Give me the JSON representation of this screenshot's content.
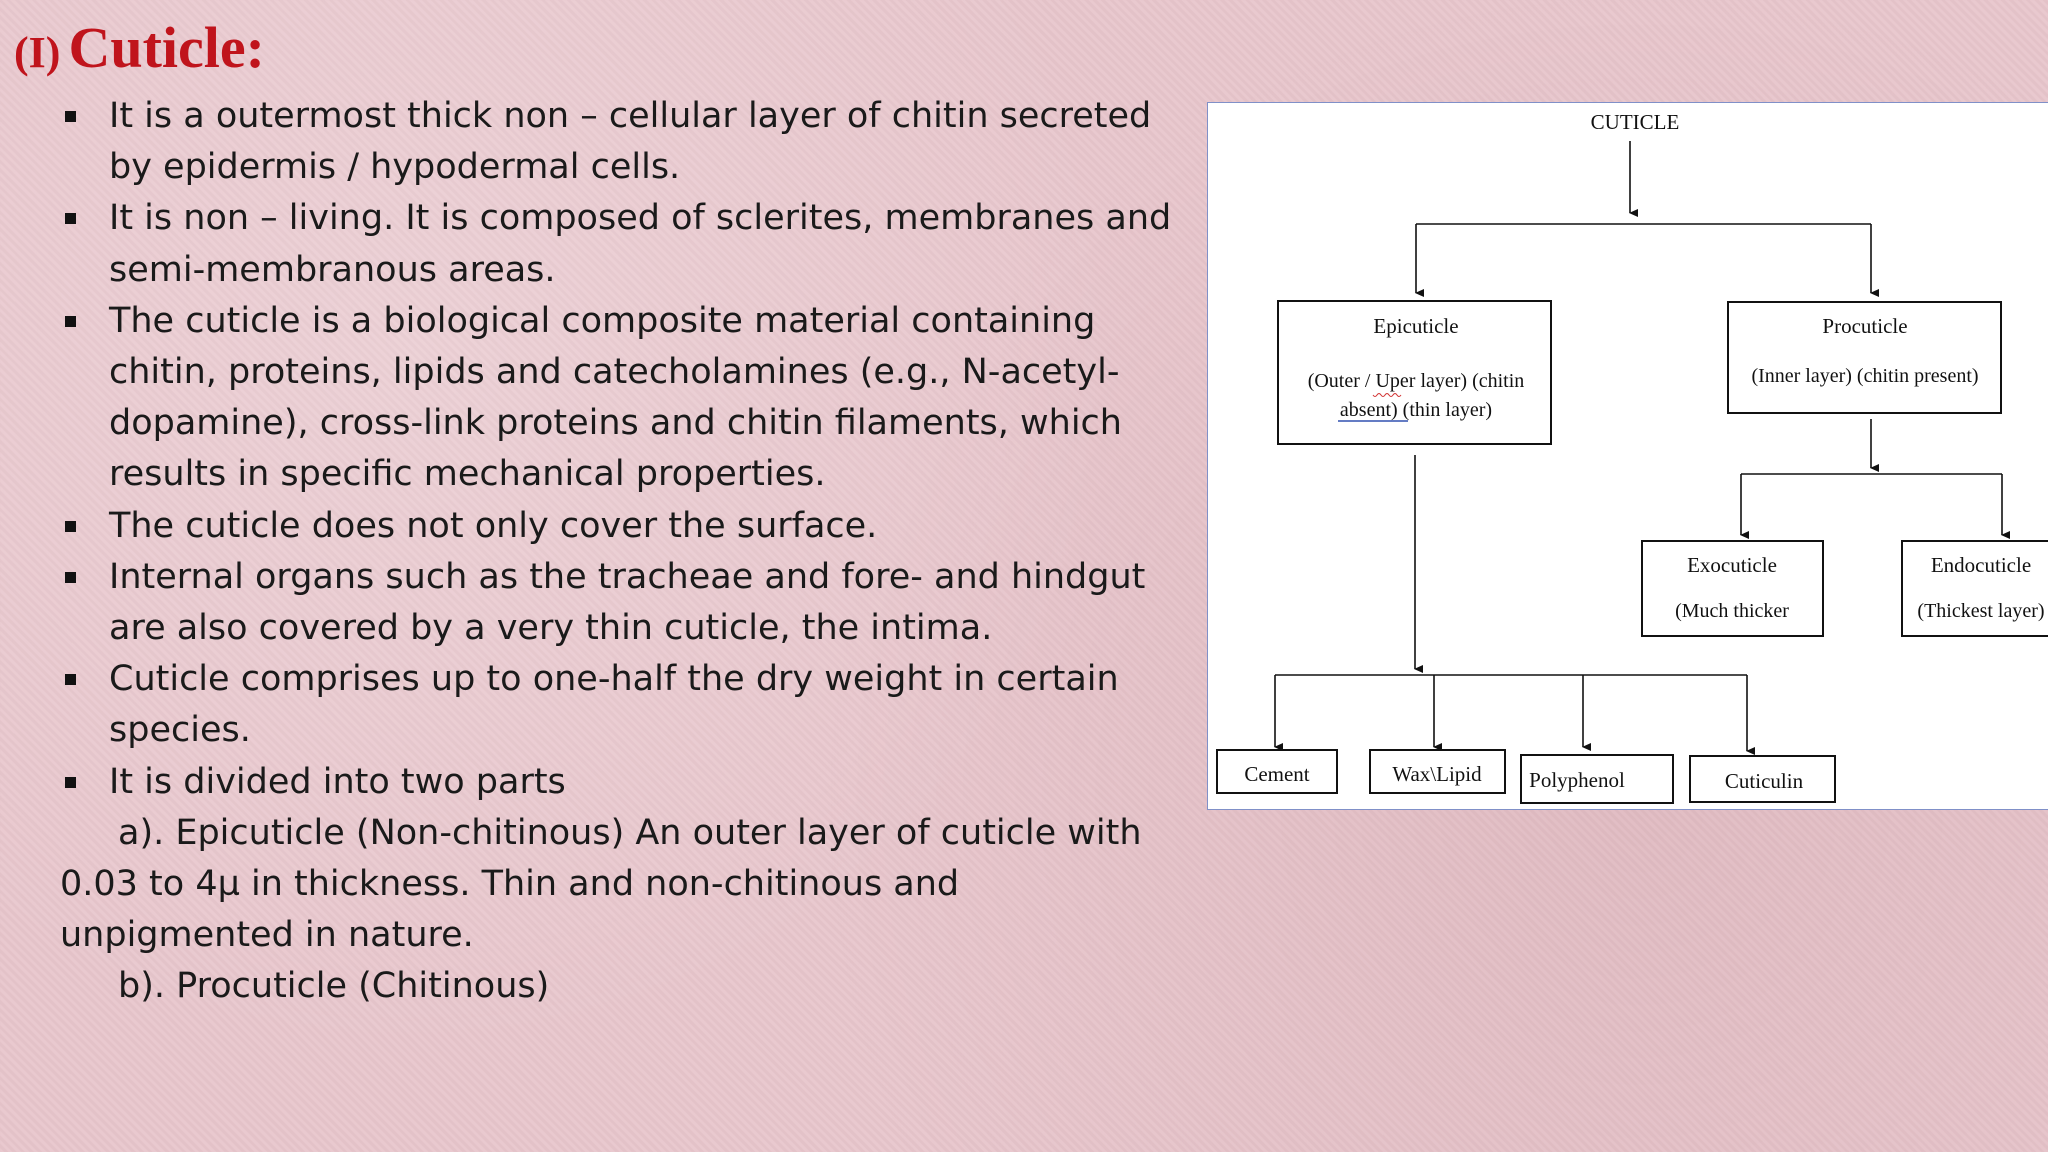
{
  "slide": {
    "title_number": "(I)",
    "title_word": "Cuticle:",
    "bullets": [
      "It is a outermost thick non – cellular layer of chitin secreted by epidermis / hypodermal cells.",
      "It is non – living. It is composed of sclerites, membranes and semi-membranous areas.",
      "The cuticle is a biological composite material containing chitin, proteins, lipids and catecholamines (e.g., N-acetyl-dopamine), cross-link proteins and chitin filaments, which results in specific mechanical properties.",
      "The cuticle does not only cover the surface.",
      "Internal organs such as the tracheae and fore- and hindgut are also covered by a very thin cuticle, the intima.",
      "Cuticle comprises up to one-half the dry weight in certain species.",
      "It is divided into two parts"
    ],
    "sub_a": "a). Epicuticle (Non-chitinous) An outer layer of cuticle with 0.03 to 4µ in thickness. Thin and non-chitinous and unpigmented in nature.",
    "sub_b": "b). Procuticle (Chitinous)"
  },
  "diagram": {
    "root": "CUTICLE",
    "epicuticle": {
      "name": "Epicuticle",
      "desc_line1": "(Outer / Uper layer) (chitin",
      "desc_line2": "absent)  (thin layer)"
    },
    "procuticle": {
      "name": "Procuticle",
      "desc": "(Inner layer) (chitin present)"
    },
    "exocuticle": {
      "name": "Exocuticle",
      "desc": "(Much thicker"
    },
    "endocuticle": {
      "name": "Endocuticle",
      "desc": "(Thickest layer)"
    },
    "layers": [
      "Cement",
      "Wax\\Lipid",
      "Polyphenol",
      "Cuticulin"
    ]
  }
}
